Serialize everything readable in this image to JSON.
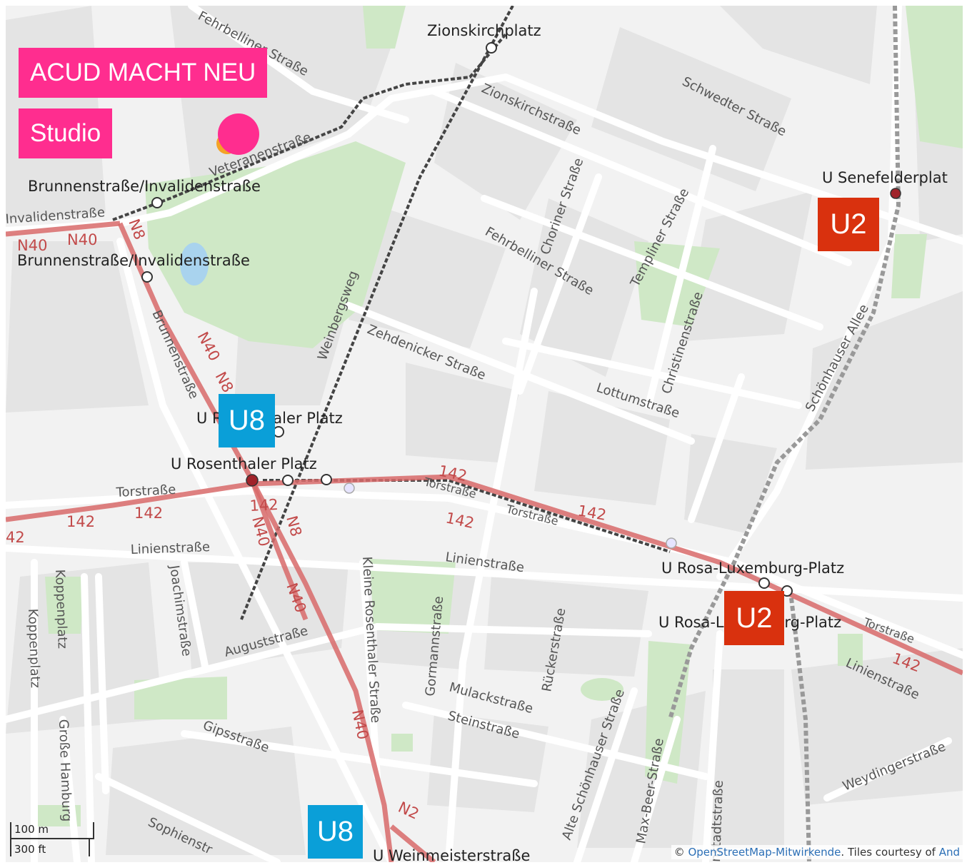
{
  "brand": {
    "title": "ACUD MACHT NEU",
    "subtitle": "Studio"
  },
  "colors": {
    "brand": "#ff2d8f",
    "u8": "#0a9fd8",
    "u2": "#d9310e",
    "route": "#d86a6a",
    "park": "#cfe8c6",
    "block": "#e4e4e4",
    "background": "#f2f2f2"
  },
  "lines": [
    {
      "id": "u8-top",
      "label": "U8"
    },
    {
      "id": "u2-top",
      "label": "U2"
    },
    {
      "id": "u2-bottom",
      "label": "U2"
    },
    {
      "id": "u8-bottom",
      "label": "U8"
    }
  ],
  "stations": {
    "zionskirchplatz": "Zionskirchplatz",
    "brunnen1": "Brunnenstraße/Invalidenstraße",
    "brunnen2": "Brunnenstraße/Invalidenstraße",
    "senefelder": "U Senefelderplat",
    "rosenthaler1": "U Rosenthaler Platz",
    "rosenthaler2": "U Rosenthaler Platz",
    "rosa1": "U Rosa-Luxemburg-Platz",
    "rosa2": "U Rosa-Luxemburg-Platz",
    "weinmeister": "U Weinmeisterstraße"
  },
  "streets": {
    "fehrbelliner_top": "Fehrbelliner Straße",
    "veteranen": "Veteranenstraße",
    "invaliden": "Invalidenstraße",
    "zionskirch": "Zionskirchstraße",
    "schwedter": "Schwedter Straße",
    "choriner": "Choriner Straße",
    "templiner": "Templiner Straße",
    "fehrbelliner": "Fehrbelliner Straße",
    "weinbergsweg": "Weinbergsweg",
    "brunnen": "Brunnenstraße",
    "zehdenicker": "Zehdenicker Straße",
    "christinen": "Christinenstraße",
    "lottum": "Lottumstraße",
    "schoenhauser": "Schönhauser Allee",
    "torstr_w": "Torstraße",
    "torstr_c": "Torstraße",
    "torstr_c2": "Torstraße",
    "torstr_e": "Torstraße",
    "linien_w": "Linienstraße",
    "linien_c": "Linienstraße",
    "linien_e": "Linienstraße",
    "koppenplatz1": "Koppenplatz",
    "koppenplatz2": "Koppenplatz",
    "joachim": "Joachimstraße",
    "august": "Auguststraße",
    "kleine_rosenthaler": "Kleine Rosenthaler Straße",
    "gormann": "Gormannstraße",
    "ruecker": "Rückerstraße",
    "mulack": "Mulackstraße",
    "stein": "Steinstraße",
    "alte_schoen": "Alte Schönhauser Straße",
    "max_beer": "Max-Beer-Straße",
    "weydinger": "Weydingerstraße",
    "gips": "Gipsstraße",
    "grosse_hamburger": "Große Hamburg",
    "sophien": "Sophienstr",
    "stadt": "nstadtstraße"
  },
  "routes": {
    "n40_a": "N40",
    "n40_b": "N40",
    "n8_a": "N8",
    "n40_c": "N40",
    "n8_b": "N8",
    "r142_a": "142",
    "r142_b": "142",
    "r142_c": "142",
    "r142_d": "142",
    "r142_e": "142",
    "r142_f": "142",
    "r142_g": "142",
    "r142_h": "42",
    "n40_d": "N40",
    "n8_c": "N8",
    "n40_e": "N40",
    "n40_f": "N40",
    "n2": "N2"
  },
  "scale": {
    "metric": "100 m",
    "imperial": "300 ft"
  },
  "attribution": {
    "prefix": "© ",
    "link": "OpenStreetMap-Mitwirkende",
    "text": ". Tiles courtesy of ",
    "provider": "And"
  }
}
